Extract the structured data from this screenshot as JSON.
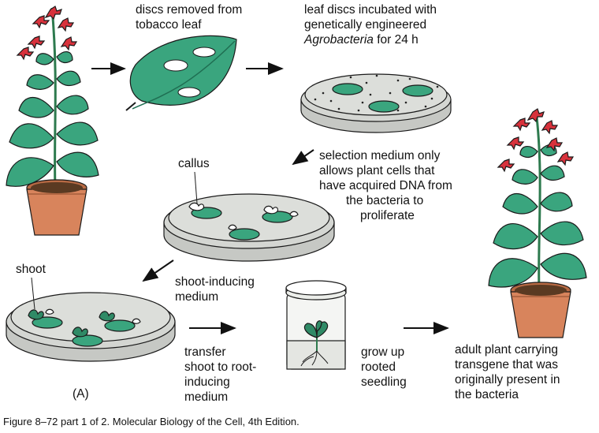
{
  "labels": {
    "discs_removed": [
      "discs removed from",
      "tobacco leaf"
    ],
    "incubated": [
      "leaf discs incubated with",
      "genetically engineered"
    ],
    "incubated_italic": "Agrobacteria",
    "incubated_tail": " for 24 h",
    "selection": [
      "selection medium only",
      "allows plant cells that",
      "have acquired DNA from",
      "the bacteria to",
      "proliferate"
    ],
    "callus": "callus",
    "shoot": "shoot",
    "shoot_inducing": [
      "shoot-inducing",
      "medium"
    ],
    "transfer": [
      "transfer",
      "shoot to root-",
      "inducing",
      "medium"
    ],
    "grow_up": [
      "grow up",
      "rooted",
      "seedling"
    ],
    "adult": [
      "adult plant carrying",
      "transgene that was",
      "originally present in",
      "the bacteria"
    ],
    "panel": "(A)"
  },
  "caption": "Figure 8–72 part 1 of 2. Molecular Biology of the Cell, 4th Edition.",
  "colors": {
    "leaf": "#3aa57e",
    "leaf_dark": "#1f6e52",
    "flower": "#d8323c",
    "pot": "#d8845c",
    "pot_dark": "#a85a38",
    "dish": "#d4d6d2",
    "callus": "#ffffff"
  }
}
